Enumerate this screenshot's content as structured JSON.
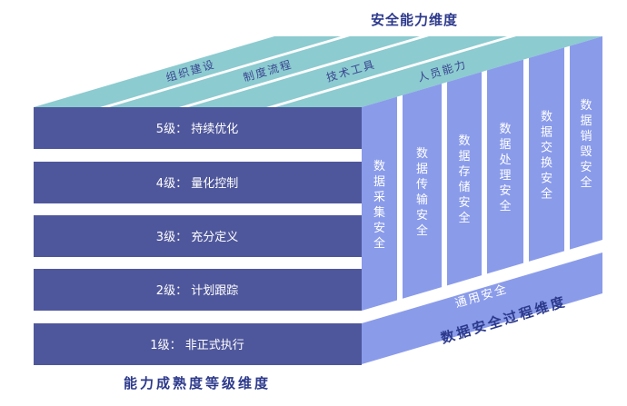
{
  "diagram": {
    "title_capability": "安全能力维度",
    "title_maturity": "能力成熟度等级维度",
    "title_process": "数据安全过程维度",
    "capability_dimensions": [
      "组织建设",
      "制度流程",
      "技术工具",
      "人员能力"
    ],
    "maturity_levels": [
      "5级： 持续优化",
      "4级： 量化控制",
      "3级： 充分定义",
      "2级： 计划跟踪",
      "1级： 非正式执行"
    ],
    "process_stages": [
      "数据采集安全",
      "数据传输安全",
      "数据存储安全",
      "数据处理安全",
      "数据交换安全",
      "数据销毁安全"
    ],
    "general_security": "通用安全"
  },
  "colors": {
    "front_face": "#4f579c",
    "right_face": "#8a9bea",
    "top_face": "#8ccbd0",
    "title_text": "#2d3a8c",
    "strip_text": "#3a4690"
  }
}
